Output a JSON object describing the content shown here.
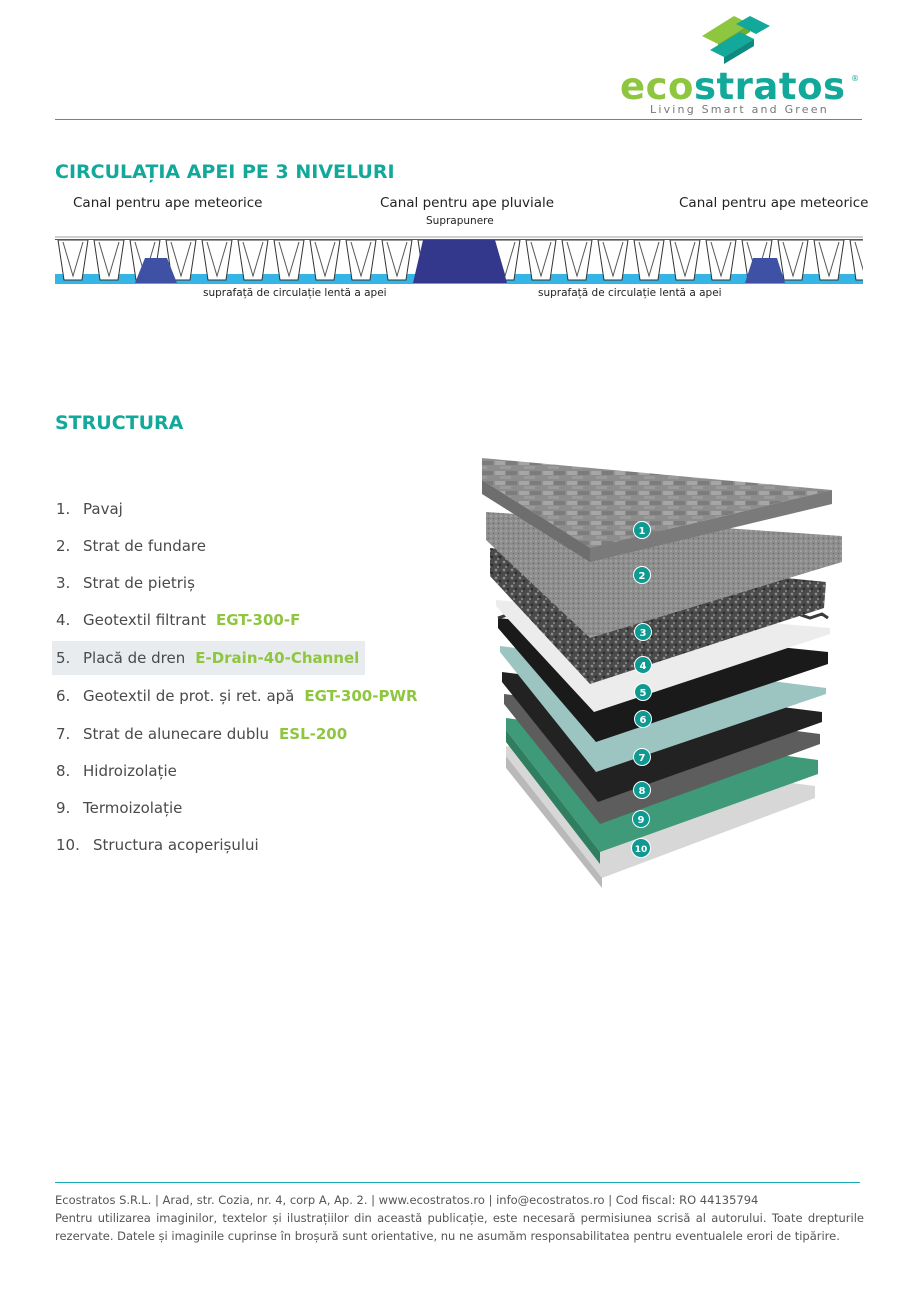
{
  "brand": {
    "word_eco": "eco",
    "word_stratos": "stratos",
    "registered": "®",
    "tagline": "Living Smart and Green",
    "colors": {
      "green": "#8ec63f",
      "teal": "#12a89a",
      "rule": "#17a9b0"
    },
    "icon": "stacked-layers-icon"
  },
  "water_section": {
    "title": "CIRCULAȚIA APEI PE 3 NIVELURI",
    "labels": {
      "left_channel": "Canal pentru ape meteorice",
      "center_channel": "Canal pentru ape pluviale",
      "overlap": "Suprapunere",
      "right_channel": "Canal pentru ape meteorice",
      "slow_surface_left": "suprafață de circulație lentă a apei",
      "slow_surface_right": "suprafață de circulație lentă a apei"
    },
    "colors": {
      "water": "#35b5e6",
      "channel": "#3e51a5",
      "center_channel": "#34388c"
    }
  },
  "structure_section": {
    "title": "STRUCTURA",
    "items": [
      {
        "num": "1.",
        "label": "Pavaj",
        "code": ""
      },
      {
        "num": "2.",
        "label": "Strat de fundare",
        "code": ""
      },
      {
        "num": "3.",
        "label": "Strat de pietriș",
        "code": ""
      },
      {
        "num": "4.",
        "label": "Geotextil filtrant",
        "code": "EGT-300-F"
      },
      {
        "num": "5.",
        "label": "Placă de dren",
        "code": "E-Drain-40-Channel"
      },
      {
        "num": "6.",
        "label": "Geotextil de prot. și ret. apă",
        "code": "EGT-300-PWR"
      },
      {
        "num": "7.",
        "label": "Strat de alunecare dublu",
        "code": "ESL-200"
      },
      {
        "num": "8.",
        "label": "Hidroizolație",
        "code": ""
      },
      {
        "num": "9.",
        "label": "Termoizolație",
        "code": ""
      },
      {
        "num": "10.",
        "label": "Structura acoperișului",
        "code": ""
      }
    ],
    "badges": [
      "1",
      "2",
      "3",
      "4",
      "5",
      "6",
      "7",
      "8",
      "9",
      "10"
    ],
    "badge_color": "#0e9a91"
  },
  "footer": {
    "line1": "Ecostratos S.R.L. | Arad, str. Cozia, nr. 4, corp A, Ap. 2. | www.ecostratos.ro | info@ecostratos.ro | Cod fiscal: RO 44135794",
    "line2": "Pentru utilizarea imaginilor, textelor și ilustrațiilor din această publicație, este necesară permisiunea scrisă al autorului. Toate drepturile rezervate. Datele și imaginile cuprinse în broșură sunt orientative, nu ne asumăm responsabilitatea pentru eventualele erori de tipărire."
  }
}
